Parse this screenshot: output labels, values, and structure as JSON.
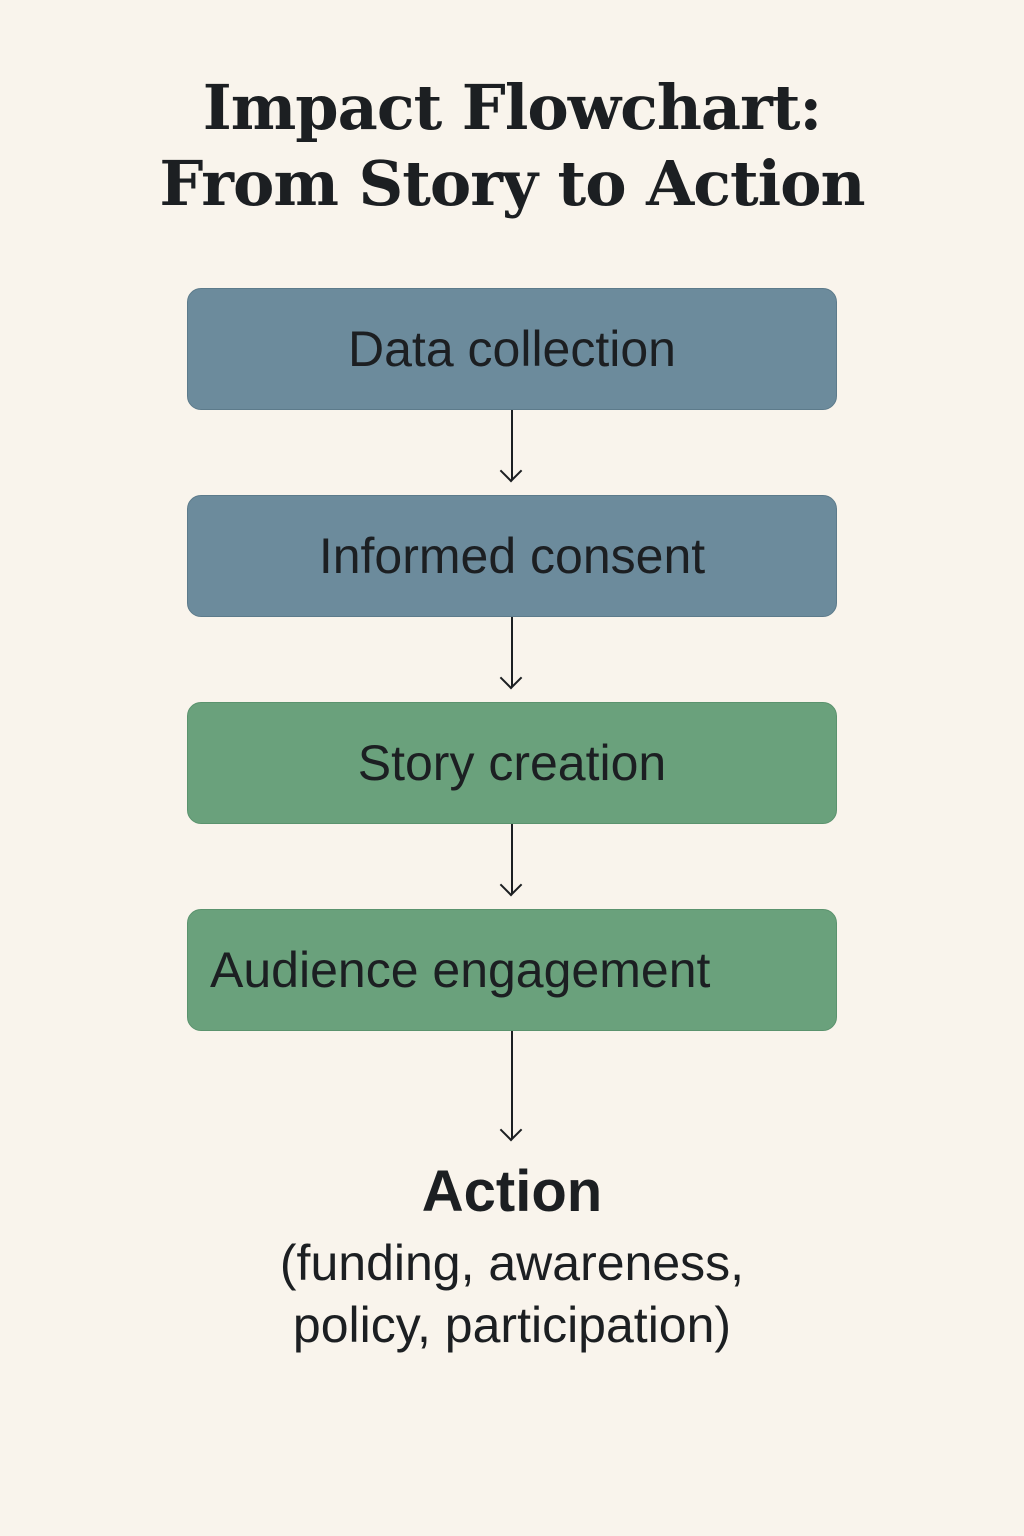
{
  "title": {
    "line1": "Impact Flowchart:",
    "line2": "From Story to Action"
  },
  "steps": [
    {
      "label": "Data collection",
      "color": "#6c8b9c"
    },
    {
      "label": "Informed consent",
      "color": "#6c8b9c"
    },
    {
      "label": "Story creation",
      "color": "#6aa17c"
    },
    {
      "label": "Audience engagement",
      "color": "#6aa17c"
    }
  ],
  "outcome": {
    "title": "Action",
    "line1": "(funding, awareness,",
    "line2": "policy, participation)"
  }
}
